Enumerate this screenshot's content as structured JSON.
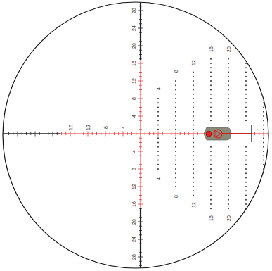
{
  "diagram": {
    "labels": [
      "28",
      "24",
      "20",
      "16",
      "12",
      "8",
      "4",
      "4",
      "8",
      "12",
      "16",
      "20",
      "16",
      "12",
      "8",
      "4",
      "4",
      "8",
      "12",
      "16",
      "20",
      "24",
      "28",
      "4",
      "8",
      "12",
      "16",
      "20"
    ]
  }
}
